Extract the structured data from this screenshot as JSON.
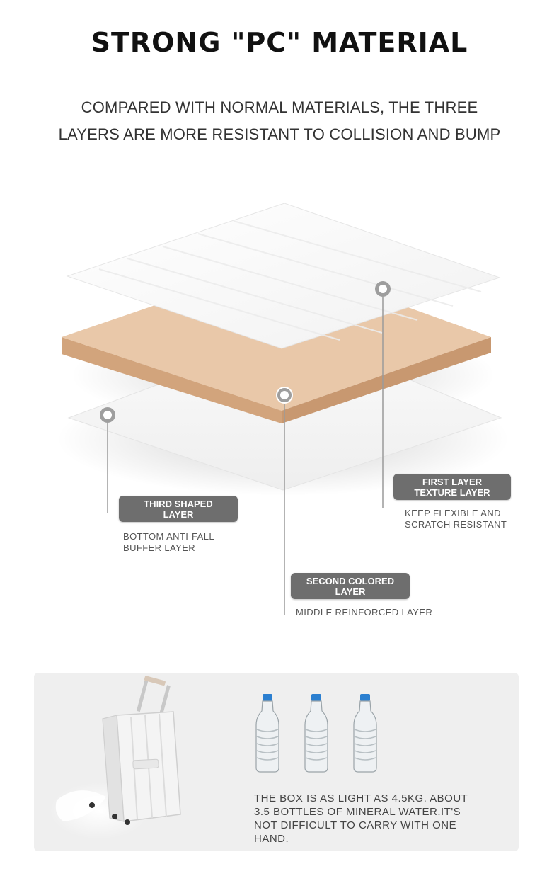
{
  "header": {
    "title": "STRONG \"PC\" MATERIAL",
    "subtitle_line1": "COMPARED WITH NORMAL MATERIALS, THE THREE",
    "subtitle_line2": "LAYERS ARE MORE RESISTANT TO COLLISION AND BUMP"
  },
  "layers": [
    {
      "label_line1": "FIRST LAYER",
      "label_line2": "TEXTURE LAYER",
      "desc_line1": "KEEP FLEXIBLE AND",
      "desc_line2": "SCRATCH RESISTANT"
    },
    {
      "label_line1": "SECOND COLORED",
      "label_line2": "LAYER",
      "desc_line1": "MIDDLE REINFORCED LAYER"
    },
    {
      "label_line1": "THIRD SHAPED",
      "label_line2": "LAYER",
      "desc_line1": "BOTTOM ANTI-FALL",
      "desc_line2": "BUFFER LAYER"
    }
  ],
  "weight": {
    "line1": "THE BOX IS AS LIGHT AS 4.5KG. ABOUT",
    "line2": "3.5 BOTTLES OF MINERAL WATER.IT'S",
    "line3": "NOT DIFFICULT TO CARRY WITH ONE",
    "line4": "HAND."
  },
  "colors": {
    "middle_layer": "#e7c3a3",
    "pill_background": "#6e6e6e",
    "panel_background": "#efefef",
    "bottle_cap": "#2b7fd0"
  },
  "icons": [
    "suitcase-image",
    "water-bottle-icon",
    "marker-ring-icon"
  ]
}
